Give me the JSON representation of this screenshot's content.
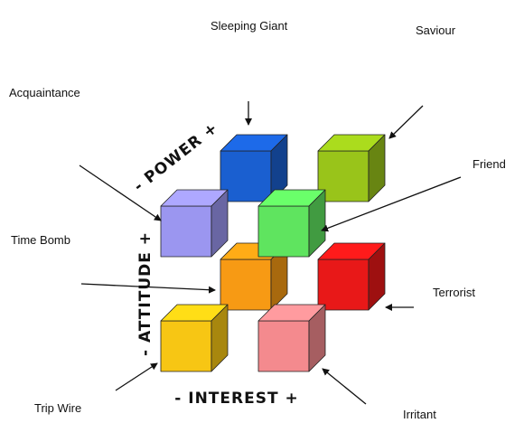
{
  "axes": {
    "power": "- POWER +",
    "attitude": "- ATTITUDE +",
    "interest": "- INTEREST +"
  },
  "labels": {
    "sleeping_giant": "Sleeping Giant",
    "saviour": "Saviour",
    "acquaintance": "Acquaintance",
    "friend": "Friend",
    "time_bomb": "Time Bomb",
    "terrorist": "Terrorist",
    "trip_wire": "Trip Wire",
    "irritant": "Irritant"
  },
  "cubes": [
    {
      "name": "sleeping-giant",
      "color": "#1a5fd0"
    },
    {
      "name": "saviour",
      "color": "#99c41a"
    },
    {
      "name": "acquaintance",
      "color": "#9b96f0"
    },
    {
      "name": "friend",
      "color": "#5fe45f"
    },
    {
      "name": "time-bomb",
      "color": "#f79a14"
    },
    {
      "name": "terrorist",
      "color": "#e81818"
    },
    {
      "name": "trip-wire",
      "color": "#f7c614"
    },
    {
      "name": "irritant",
      "color": "#f48a8e"
    }
  ]
}
